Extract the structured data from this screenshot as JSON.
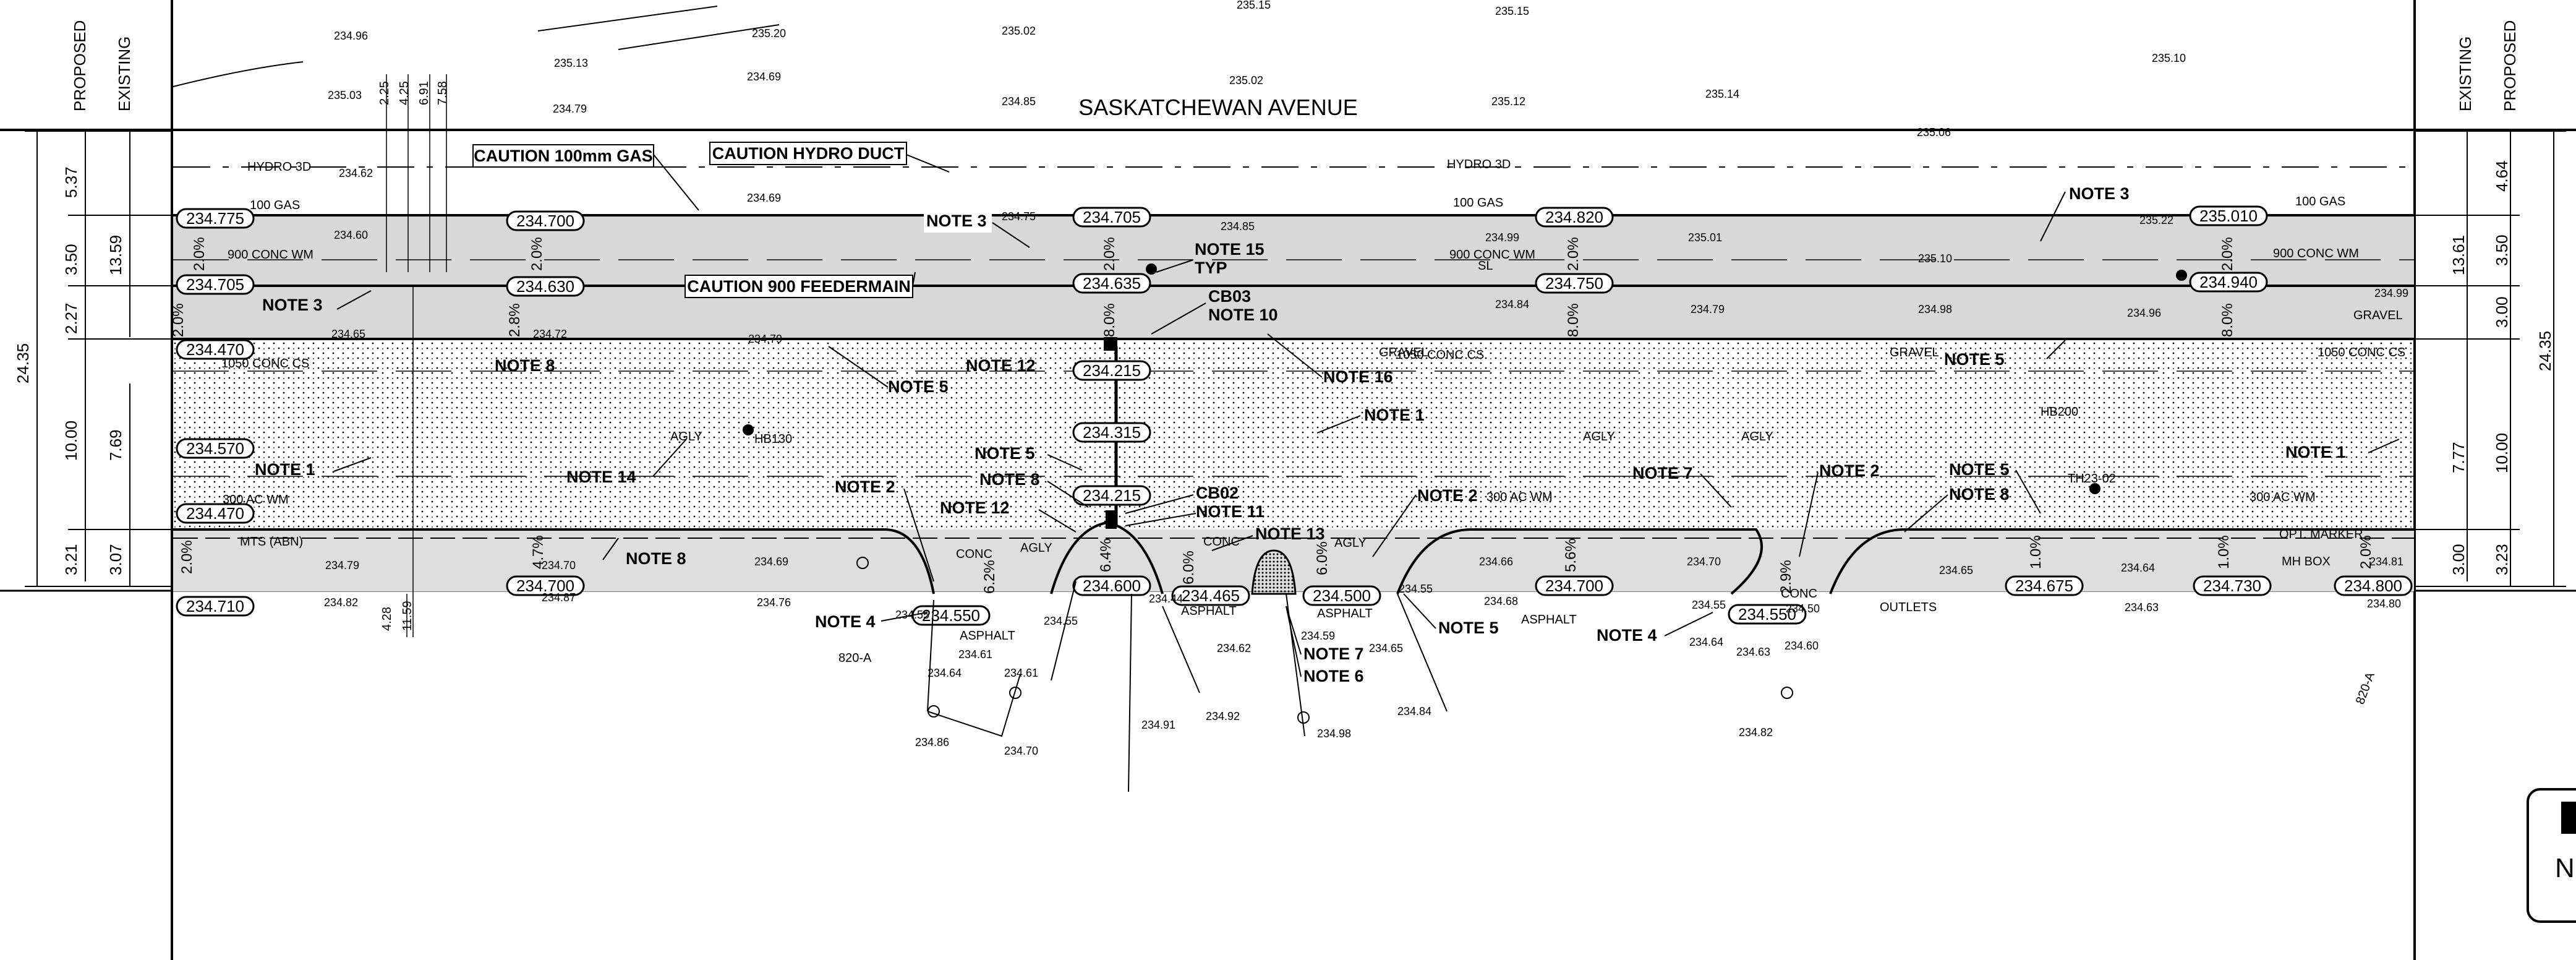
{
  "street": {
    "name": "SASKATCHEWAN   AVENUE"
  },
  "headers": {
    "left": [
      "PROPOSED",
      "EXISTING"
    ],
    "right": [
      "EXISTING",
      "PROPOSED"
    ]
  },
  "cautions": [
    "CAUTION 100mm GAS",
    "CAUTION HYDRO DUCT",
    "CAUTION 900 FEEDERMAIN"
  ],
  "left_dimensions": {
    "proposed_total": "24.35",
    "proposed_top": "13.59",
    "proposed_mid": "10.00",
    "proposed_bot": "3.21",
    "existing": [
      "5.37",
      "3.50",
      "2.27",
      "7.69",
      "3.07"
    ]
  },
  "right_dimensions": {
    "proposed_total": "24.35",
    "proposed_top": "13.61",
    "proposed_mid": "10.00",
    "proposed_bot": "3.23",
    "existing": [
      "4.64",
      "3.50",
      "3.00",
      "7.77",
      "3.00"
    ]
  },
  "vertical_dims_top": [
    "2.25",
    "4.25",
    "6.91",
    "7.58"
  ],
  "vertical_dims_bottom": [
    "4.28",
    "11.59"
  ],
  "elevations": [
    "234.775",
    "234.705",
    "234.470",
    "234.570",
    "234.470",
    "234.710",
    "234.700",
    "234.630",
    "234.700",
    "234.705",
    "234.635",
    "234.215",
    "234.315",
    "234.215",
    "234.600",
    "234.550",
    "234.465",
    "234.500",
    "234.820",
    "234.750",
    "234.700",
    "234.550",
    "235.010",
    "234.940",
    "234.675",
    "234.730",
    "234.800"
  ],
  "slopes": [
    "2.0%",
    "2.0%",
    "2.0%",
    "2.8%",
    "2.0%",
    "8.0%",
    "2.0%",
    "8.0%",
    "2.0%",
    "8.0%",
    "4.7%",
    "6.2%",
    "6.4%",
    "6.0%",
    "6.0%",
    "5.6%",
    "2.9%",
    "1.0%",
    "1.0%",
    "2.0%",
    "2.0%"
  ],
  "notes": [
    "NOTE 3",
    "NOTE 3",
    "NOTE 3",
    "NOTE 15",
    "TYP",
    "CB03",
    "NOTE 10",
    "NOTE 8",
    "NOTE 5",
    "NOTE 12",
    "NOTE 16",
    "NOTE 1",
    "NOTE 5",
    "NOTE 1",
    "NOTE 14",
    "NOTE 1",
    "NOTE 5",
    "NOTE 8",
    "NOTE 2",
    "NOTE 12",
    "CB02",
    "NOTE 11",
    "NOTE 13",
    "NOTE 2",
    "NOTE 7",
    "NOTE 2",
    "NOTE 5",
    "NOTE 8",
    "NOTE 8",
    "NOTE 4",
    "NOTE 7",
    "NOTE 6",
    "NOTE 5",
    "NOTE 4"
  ],
  "utility_labels": [
    "HYDRO 3D",
    "HYDRO 3D",
    "100 GAS",
    "100 GAS",
    "100 GAS",
    "900 CONC WM",
    "900 CONC WM",
    "900 CONC WM",
    "SL",
    "1050 CONC CS",
    "1050 CONC CS",
    "1050 CONC CS",
    "300 AC WM",
    "300 AC WM",
    "300 AC WM",
    "MTS (ABN)",
    "GRAVEL",
    "GRAVEL",
    "GRAVEL",
    "ASPHALT",
    "ASPHALT",
    "ASPHALT",
    "ASPHALT",
    "CONC",
    "CONC",
    "CONC",
    "AGLY",
    "AGLY",
    "AGLY",
    "AGLY",
    "AGLY",
    "OUTLETS",
    "OPT. MARKER",
    "MH BOX",
    "820-A",
    "820-A",
    "HB130",
    "HB200",
    "TH23-02"
  ],
  "spot_elevations": [
    "235.03",
    "234.96",
    "235.13",
    "235.20",
    "234.79",
    "234.69",
    "235.02",
    "234.85",
    "235.15",
    "235.02",
    "235.15",
    "235.12",
    "235.14",
    "235.10",
    "235.06",
    "234.62",
    "234.60",
    "234.69",
    "234.75",
    "234.85",
    "234.99",
    "235.01",
    "235.10",
    "235.22",
    "234.65",
    "234.72",
    "234.79",
    "234.84",
    "234.79",
    "234.98",
    "234.96",
    "234.99",
    "234.79",
    "234.70",
    "234.69",
    "234.82",
    "234.87",
    "234.76",
    "234.55",
    "234.55",
    "234.64",
    "234.61",
    "234.61",
    "234.86",
    "234.70",
    "234.44",
    "234.62",
    "234.59",
    "234.65",
    "234.55",
    "234.91",
    "234.92",
    "234.84",
    "234.98",
    "234.66",
    "234.68",
    "234.70",
    "234.55",
    "234.64",
    "234.63",
    "234.60",
    "234.50",
    "234.82",
    "234.65",
    "234.64",
    "234.63",
    "234.81",
    "234.80"
  ],
  "legend_box_letter": "N"
}
